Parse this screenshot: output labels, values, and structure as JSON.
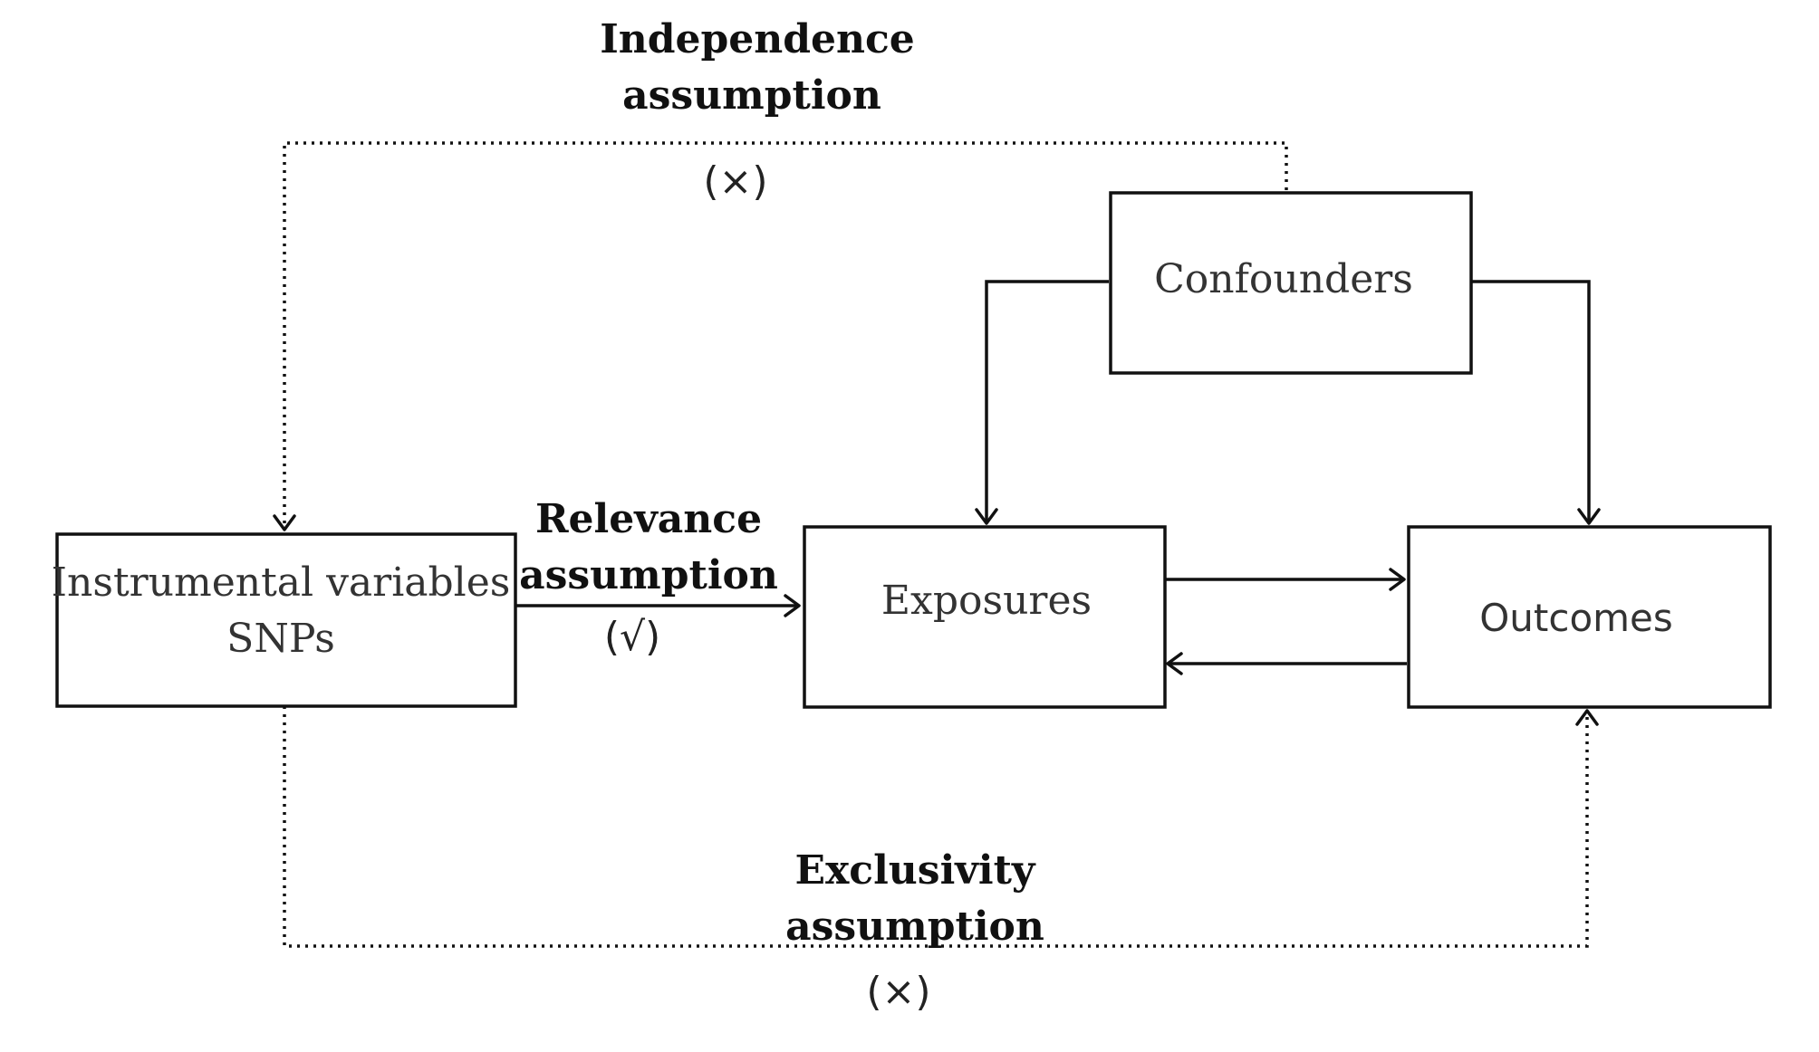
{
  "nodes": {
    "instrumental": {
      "line1": "Instrumental variables",
      "line2": "SNPs"
    },
    "exposures": {
      "label": "Exposures"
    },
    "outcomes": {
      "label": "Outcomes"
    },
    "confounders": {
      "label": "Confounders"
    }
  },
  "assumptions": {
    "independence": {
      "line1": "Independence",
      "line2": "assumption",
      "mark": "(×)"
    },
    "relevance": {
      "line1": "Relevance",
      "line2": "assumption",
      "mark": "(√)"
    },
    "exclusivity": {
      "line1": "Exclusivity",
      "line2": "assumption",
      "mark": "(×)"
    }
  },
  "edges": [
    {
      "from": "instrumental",
      "to": "exposures",
      "style": "solid"
    },
    {
      "from": "exposures",
      "to": "outcomes",
      "style": "solid"
    },
    {
      "from": "outcomes",
      "to": "exposures",
      "style": "solid"
    },
    {
      "from": "confounders",
      "to": "exposures",
      "style": "solid"
    },
    {
      "from": "confounders",
      "to": "outcomes",
      "style": "solid"
    },
    {
      "from": "confounders",
      "to": "instrumental",
      "style": "dotted"
    },
    {
      "from": "instrumental",
      "to": "outcomes",
      "style": "dotted"
    }
  ]
}
